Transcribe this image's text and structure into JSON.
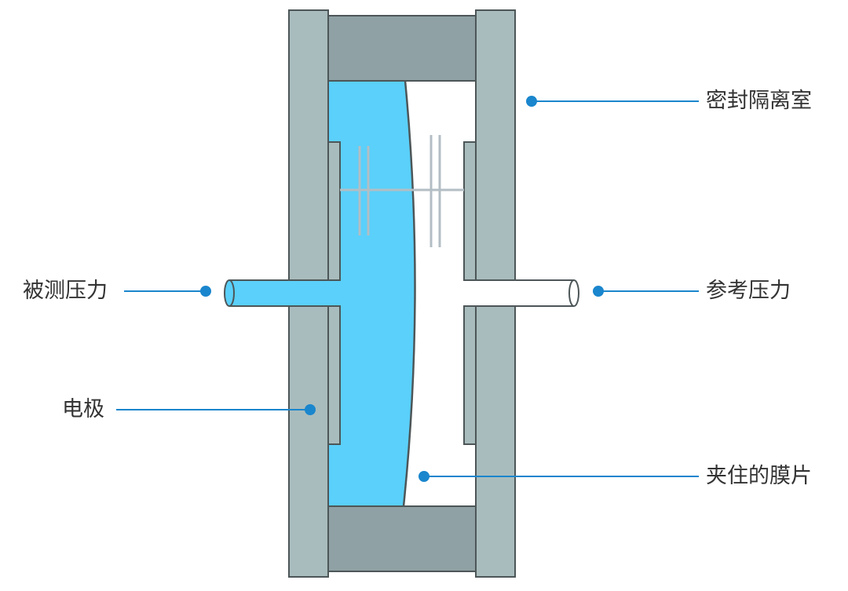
{
  "colors": {
    "frame": "#a9bcbd",
    "frame_stroke": "#4d5658",
    "cap": "#8fa1a4",
    "fluid": "#5ad0fa",
    "leader": "#1a86cd",
    "capacitor": "#b3bec4"
  },
  "labels": {
    "sealed_chamber": "密封隔离室",
    "measured_pressure": "被测压力",
    "reference_pressure": "参考压力",
    "electrode": "电极",
    "clamped_diaphragm": "夹住的膜片"
  }
}
